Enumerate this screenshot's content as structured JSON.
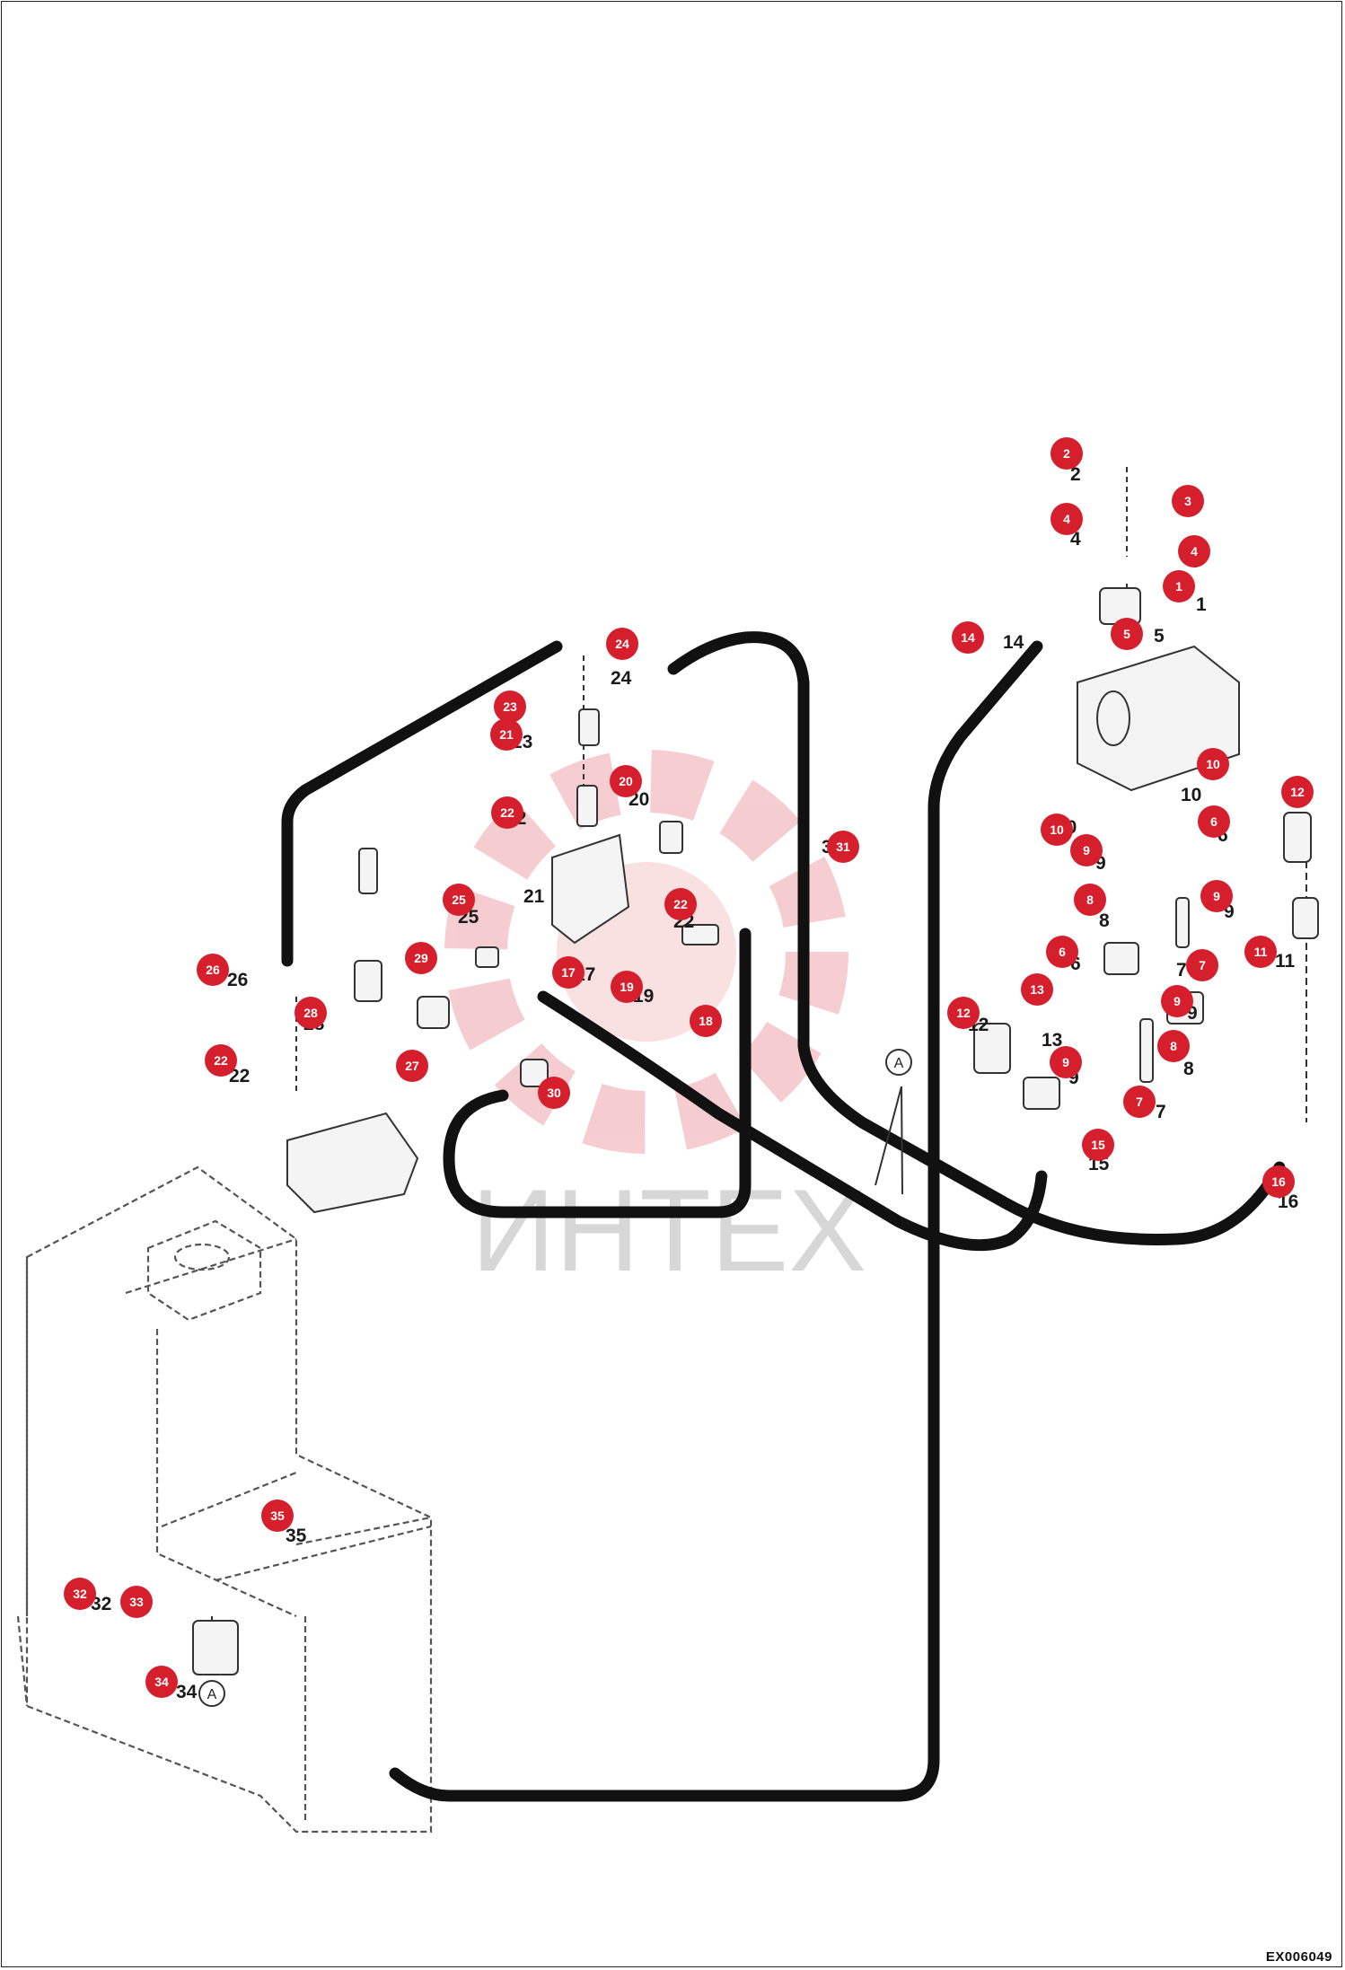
{
  "drawing_code": "EX006049",
  "watermark_text": "ИНТЕХ",
  "brand_color": "#d61f2c",
  "view_marker": "A",
  "callouts": [
    {
      "n": "1"
    },
    {
      "n": "2"
    },
    {
      "n": "3"
    },
    {
      "n": "4"
    },
    {
      "n": "4"
    },
    {
      "n": "5"
    },
    {
      "n": "6"
    },
    {
      "n": "6"
    },
    {
      "n": "7"
    },
    {
      "n": "7"
    },
    {
      "n": "8"
    },
    {
      "n": "8"
    },
    {
      "n": "9"
    },
    {
      "n": "9"
    },
    {
      "n": "9"
    },
    {
      "n": "9"
    },
    {
      "n": "10"
    },
    {
      "n": "10"
    },
    {
      "n": "11"
    },
    {
      "n": "12"
    },
    {
      "n": "12"
    },
    {
      "n": "13"
    },
    {
      "n": "14"
    },
    {
      "n": "15"
    },
    {
      "n": "16"
    },
    {
      "n": "17"
    },
    {
      "n": "18"
    },
    {
      "n": "19"
    },
    {
      "n": "20"
    },
    {
      "n": "21"
    },
    {
      "n": "22"
    },
    {
      "n": "22"
    },
    {
      "n": "22"
    },
    {
      "n": "23"
    },
    {
      "n": "24"
    },
    {
      "n": "25"
    },
    {
      "n": "26"
    },
    {
      "n": "27"
    },
    {
      "n": "28"
    },
    {
      "n": "29"
    },
    {
      "n": "30"
    },
    {
      "n": "31"
    },
    {
      "n": "32"
    },
    {
      "n": "33"
    },
    {
      "n": "34"
    },
    {
      "n": "35"
    }
  ],
  "text_labels": [
    "1",
    "2",
    "3",
    "4",
    "4",
    "5",
    "6",
    "6",
    "7",
    "7",
    "8",
    "8",
    "9",
    "9",
    "9",
    "9",
    "10",
    "10",
    "11",
    "12",
    "13",
    "14",
    "15",
    "16",
    "17",
    "19",
    "20",
    "21",
    "22",
    "22",
    "22",
    "23",
    "24",
    "25",
    "26",
    "28",
    "29",
    "31",
    "32",
    "34",
    "35"
  ]
}
